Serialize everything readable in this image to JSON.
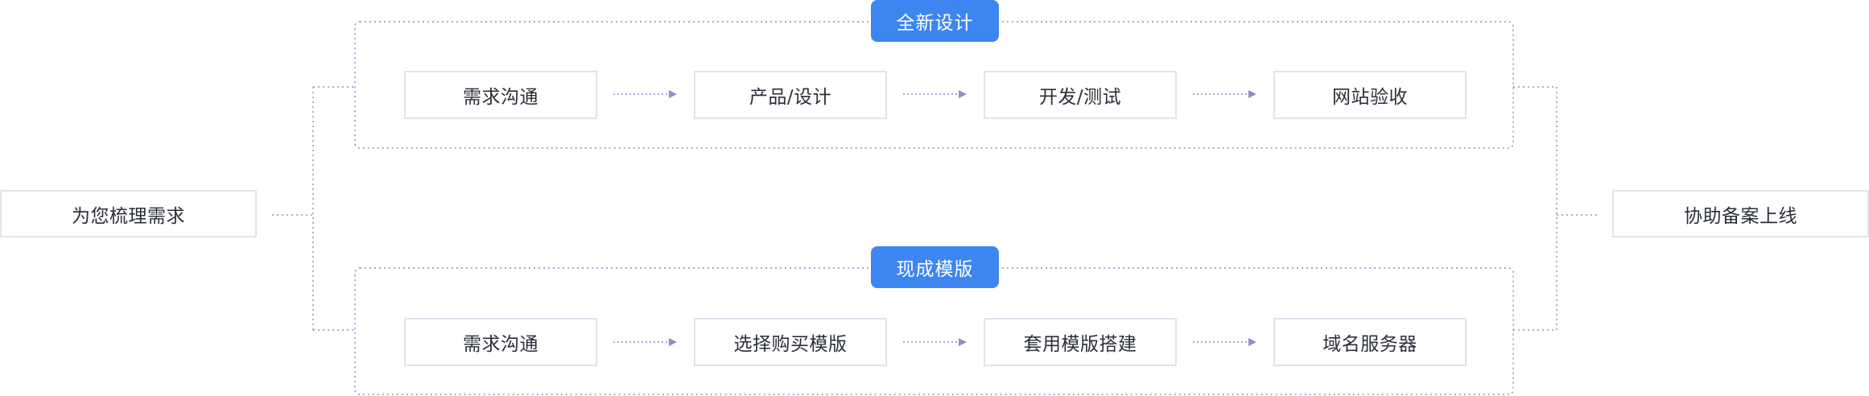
{
  "start_label": "为您梳理需求",
  "end_label": "协助备案上线",
  "tracks": [
    {
      "title": "全新设计",
      "steps": [
        "需求沟通",
        "产品/设计",
        "开发/测试",
        "网站验收"
      ]
    },
    {
      "title": "现成模版",
      "steps": [
        "需求沟通",
        "选择购买模版",
        "套用模版搭建",
        "域名服务器"
      ]
    }
  ],
  "colors": {
    "accent": "#3d86f2",
    "connector": "#8d8fc7",
    "box_border": "#dfe3ee"
  }
}
